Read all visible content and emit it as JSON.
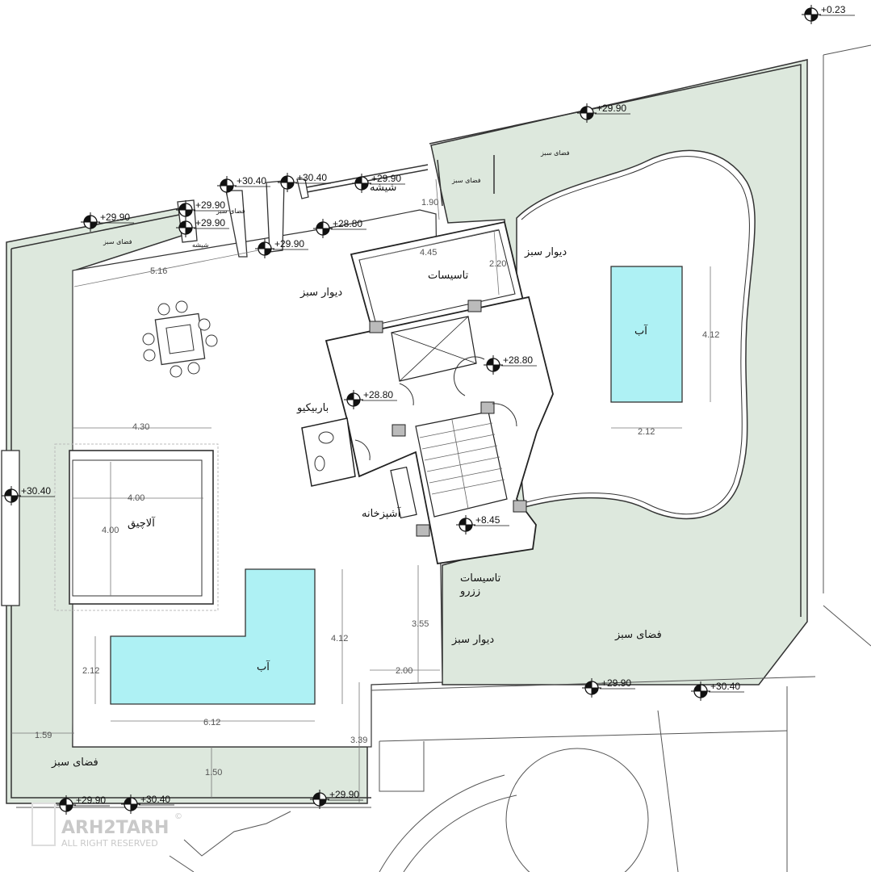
{
  "labels": {
    "green_space": "فضای سبز",
    "green_wall": "دیوار سبز",
    "facilities": "تاسیسات",
    "facilities2_line1": "تاسیسات",
    "facilities2_line2": "ززرو",
    "water": "آب",
    "barbecue": "باربیکیو",
    "kitchen": "آشپزخانه",
    "gazebo": "آلاچیق",
    "glass": "شیشه"
  },
  "levels": [
    "+0.23",
    "+29.90",
    "+30.40",
    "+30.40",
    "+29.90",
    "+29.90",
    "+29.90",
    "+29.90",
    "+28.80",
    "+29.90",
    "+28.80",
    "+28.80",
    "+30.40",
    "+8.45",
    "+29.90",
    "+30.40",
    "+29.90",
    "+30.40",
    "+29.90"
  ],
  "dimensions": [
    "1.90",
    "4.45",
    "2.20",
    "5.16",
    "4.12",
    "2.12",
    "4.30",
    "4.00",
    "4.00",
    "3.55",
    "2.00",
    "4.12",
    "2.12",
    "6.12",
    "1.59",
    "3.39",
    "1.50"
  ],
  "watermark": {
    "brand": "ARH2TARH",
    "rights": "ALL RIGHT RESERVED",
    "symbol": "©"
  },
  "colors": {
    "green": "#dde8dd",
    "water": "#aef1f4",
    "line": "#222222"
  }
}
